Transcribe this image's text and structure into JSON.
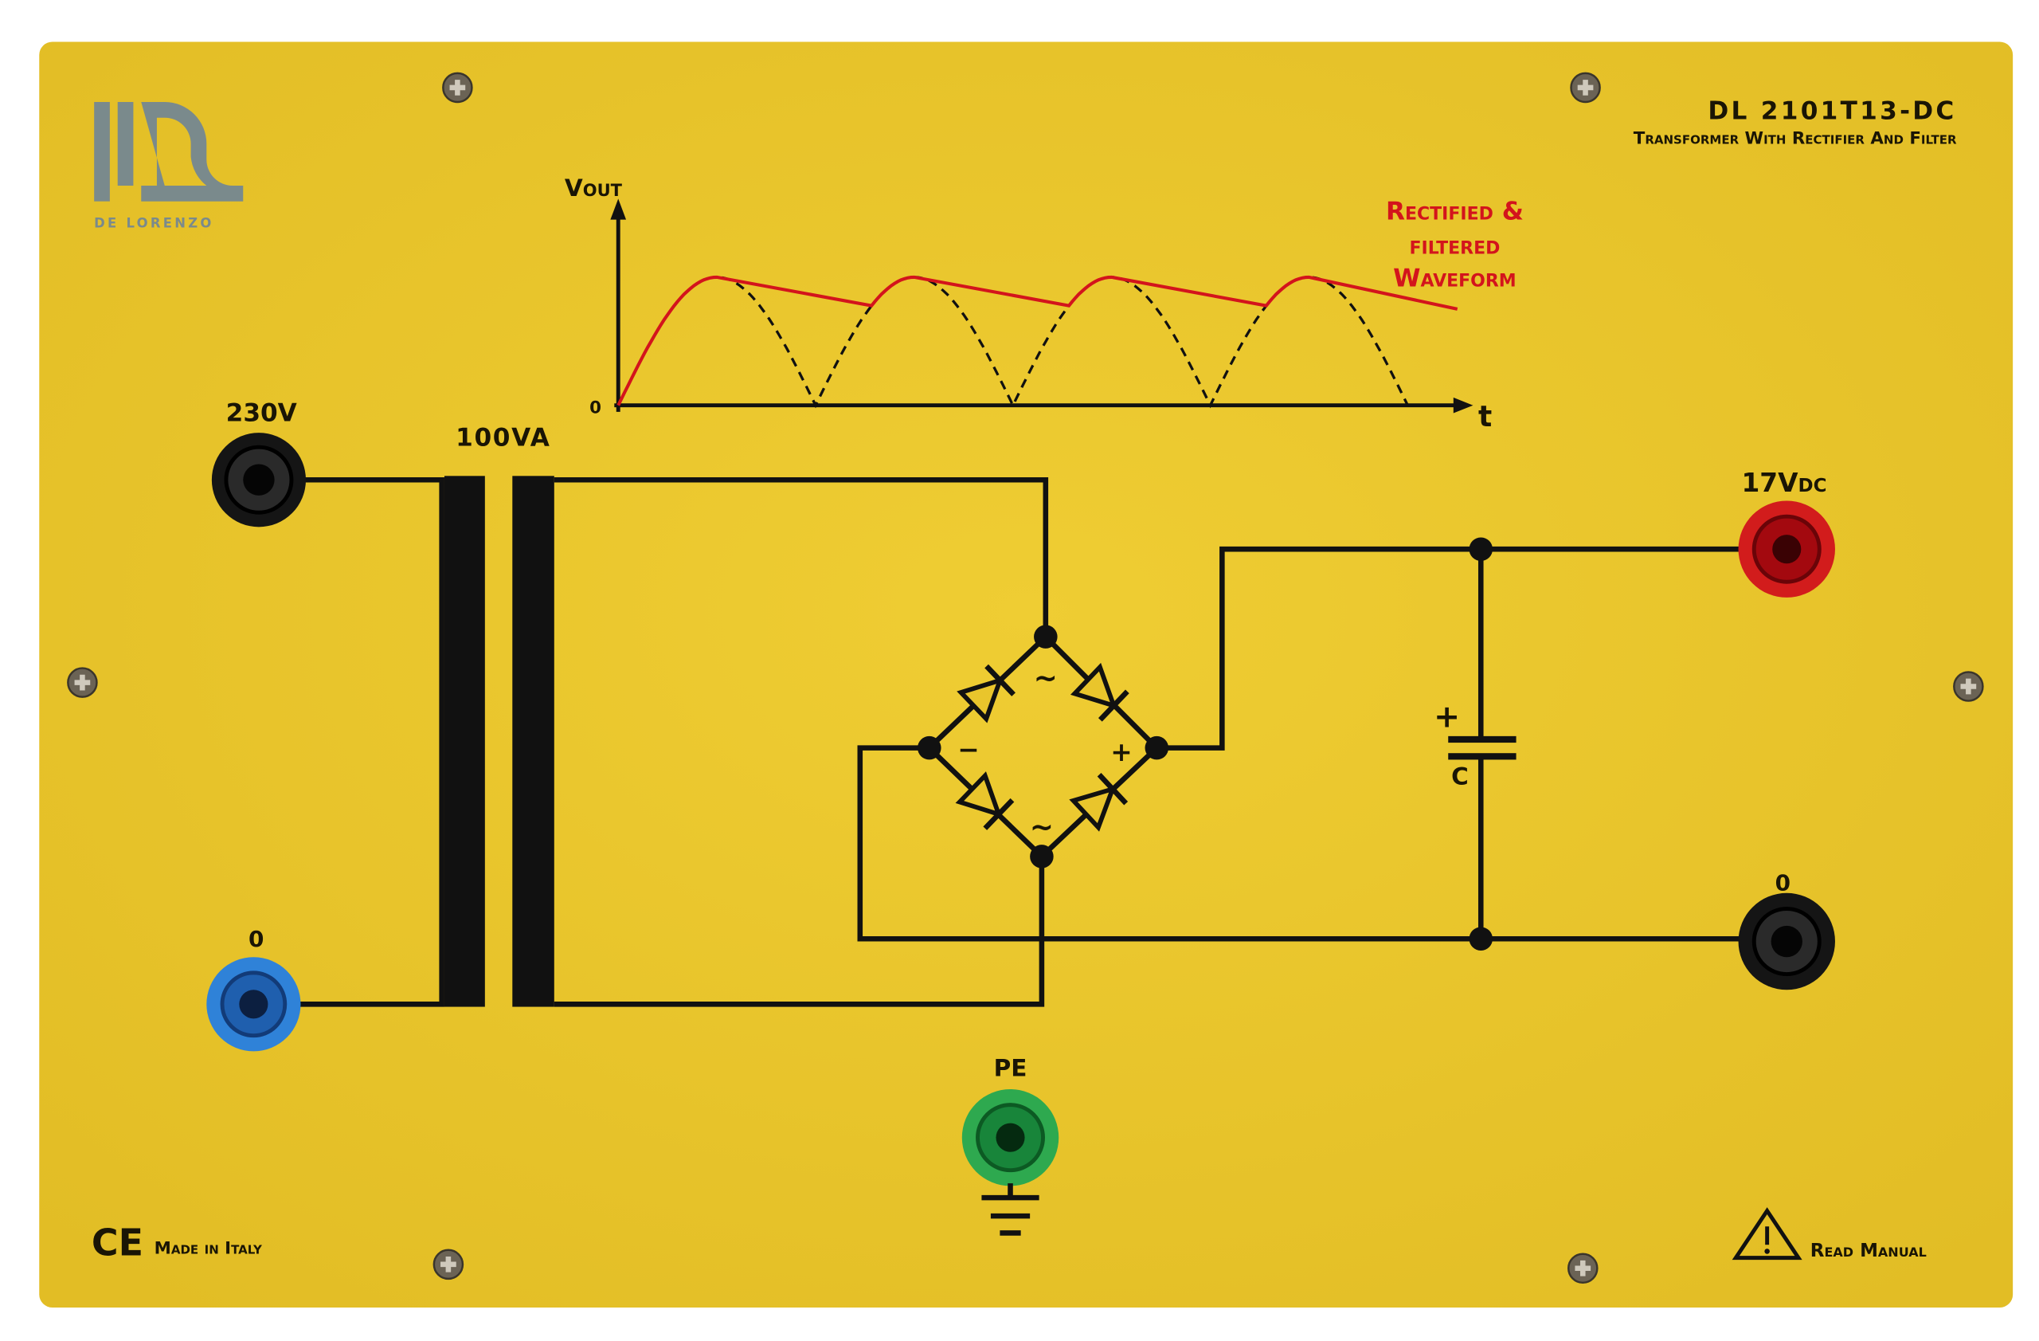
{
  "header": {
    "model": "DL 2101T13-DC",
    "subtitle": "Transformer With Rectifier And Filter",
    "logo_text": "DE LORENZO"
  },
  "waveform": {
    "y_label": "Vout",
    "x_label": "t",
    "origin_label": "0",
    "caption": [
      "Rectified &",
      "filtered",
      "Waveform"
    ]
  },
  "terminals": {
    "input_phase": "230V",
    "input_neutral": "0",
    "output_positive": "17Vdc",
    "output_negative": "0",
    "protective_earth": "PE"
  },
  "transformer": {
    "rating": "100VA"
  },
  "bridge": {
    "ac_symbol": "~",
    "minus": "−",
    "plus": "+"
  },
  "capacitor": {
    "label": "C",
    "polarity": "+"
  },
  "footer": {
    "ce_mark": "CE",
    "made_in": "Made in Italy",
    "warning": "Read Manual"
  },
  "colors": {
    "panel": "#e9c52c",
    "jack_black": "#111111",
    "jack_red": "#d21c1c",
    "jack_blue": "#2f82d8",
    "jack_green": "#2ea94f",
    "waveform": "#d3141c"
  }
}
